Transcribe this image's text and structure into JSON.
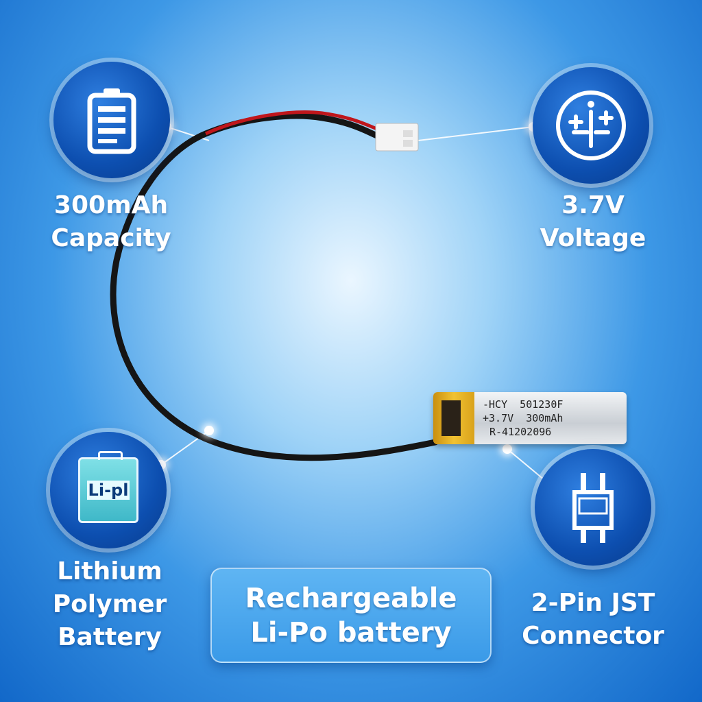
{
  "features": [
    {
      "icon": "battery-icon",
      "lines": [
        "300mAh",
        "Capacity"
      ]
    },
    {
      "icon": "voltage-icon",
      "lines": [
        "3.7V",
        "Voltage"
      ]
    },
    {
      "icon": "lipo-icon",
      "icon_text": "Li-pl",
      "lines": [
        "Lithium",
        "Polymer",
        "Battery"
      ]
    },
    {
      "icon": "plug-icon",
      "lines": [
        "2-Pin JST",
        "Connector"
      ]
    }
  ],
  "battery_label": [
    "-HCY  501230F",
    "+3.7V  300mAh",
    "R-41202096"
  ],
  "cta": {
    "line1": "Rechargeable",
    "line2": "Li-Po battery"
  }
}
